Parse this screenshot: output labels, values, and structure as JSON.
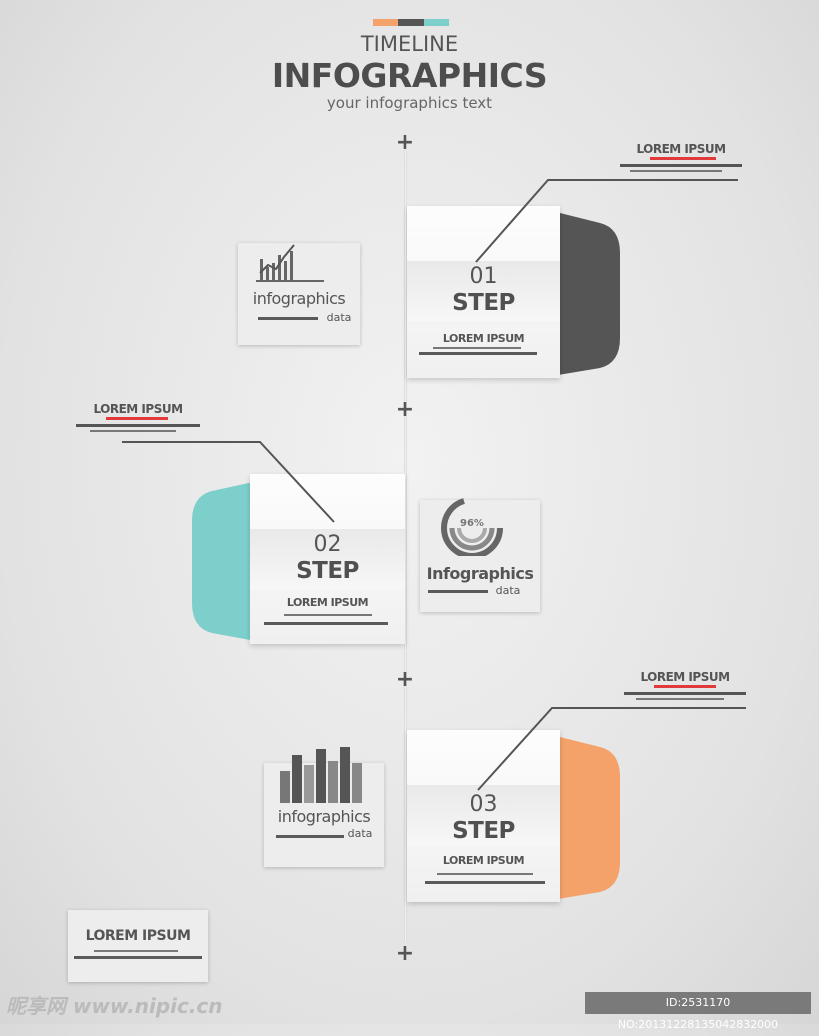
{
  "header": {
    "colors": [
      "#f4a26a",
      "#555555",
      "#7dcfcb"
    ],
    "title_small": "TIMELINE",
    "title_big": "INFOGRAPHICS",
    "subtitle": "your infographics text"
  },
  "steps": [
    {
      "number": "01",
      "word": "STEP",
      "label": "LOREM IPSUM",
      "tab_color": "#555555"
    },
    {
      "number": "02",
      "word": "STEP",
      "label": "LOREM IPSUM",
      "tab_color": "#7dcfcb"
    },
    {
      "number": "03",
      "word": "STEP",
      "label": "LOREM IPSUM",
      "tab_color": "#f4a26a"
    }
  ],
  "cards": [
    {
      "title": "infographics",
      "sub": "data",
      "icon": "line-chart-icon"
    },
    {
      "title": "Infographics",
      "sub": "data",
      "icon": "donut-chart-icon",
      "percent": "96%"
    },
    {
      "title": "infographics",
      "sub": "data",
      "icon": "bar-chart-icon"
    }
  ],
  "callouts": [
    {
      "title": "LOREM IPSUM"
    },
    {
      "title": "LOREM IPSUM"
    },
    {
      "title": "LOREM IPSUM"
    }
  ],
  "footer_box": {
    "title": "LOREM IPSUM"
  },
  "watermark": {
    "left": "昵享网 www.nipic.cn",
    "right": "ID:2531170 NO:20131228135042832000"
  }
}
